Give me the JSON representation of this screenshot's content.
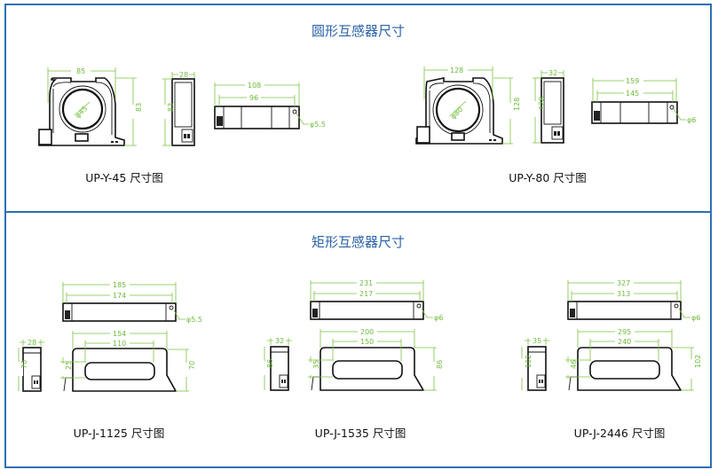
{
  "sections": [
    {
      "title": "圆形互感器尺寸",
      "models": [
        {
          "caption": "UP-Y-45 尺寸图",
          "front": {
            "width": "85",
            "height": "83",
            "hole": "φ45"
          },
          "side": {
            "width": "28",
            "height": "83"
          },
          "top": {
            "overall": "108",
            "mount": "96",
            "screw": "φ5.5"
          }
        },
        {
          "caption": "UP-Y-80 尺寸图",
          "front": {
            "width": "128",
            "height": "128",
            "hole": "φ80"
          },
          "side": {
            "width": "32",
            "height": "128"
          },
          "top": {
            "overall": "159",
            "mount": "145",
            "screw": "φ6"
          }
        }
      ]
    },
    {
      "title": "矩形互感器尺寸",
      "models": [
        {
          "caption": "UP-J-1125 尺寸图",
          "top": {
            "overall": "185",
            "mount": "174",
            "screw": "φ5.5"
          },
          "front": {
            "width": "154",
            "window_width": "110",
            "window_height": "25",
            "height": "70"
          },
          "side": {
            "width": "28",
            "height": "70"
          }
        },
        {
          "caption": "UP-J-1535 尺寸图",
          "top": {
            "overall": "231",
            "mount": "217",
            "screw": "φ6"
          },
          "front": {
            "width": "200",
            "window_width": "150",
            "window_height": "35",
            "height": "86"
          },
          "side": {
            "width": "32",
            "height": "86"
          }
        },
        {
          "caption": "UP-J-2446 尺寸图",
          "top": {
            "overall": "327",
            "mount": "313",
            "screw": "φ6"
          },
          "front": {
            "width": "295",
            "window_width": "240",
            "window_height": "46",
            "height": "102"
          },
          "side": {
            "width": "35",
            "height": "102"
          }
        }
      ]
    }
  ],
  "colors": {
    "border": "#2e6fb4",
    "title": "#2a63a8",
    "dimension": "#7dc242",
    "outline": "#111111"
  }
}
